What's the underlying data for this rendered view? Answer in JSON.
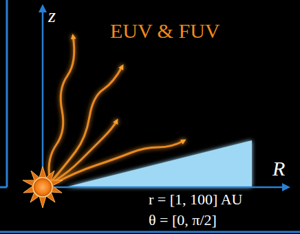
{
  "diagram": {
    "labels": [
      "z",
      "EUV & FUV",
      "R",
      "r = [1, 100] AU",
      "θ = [0, π/2]"
    ]
  }
}
